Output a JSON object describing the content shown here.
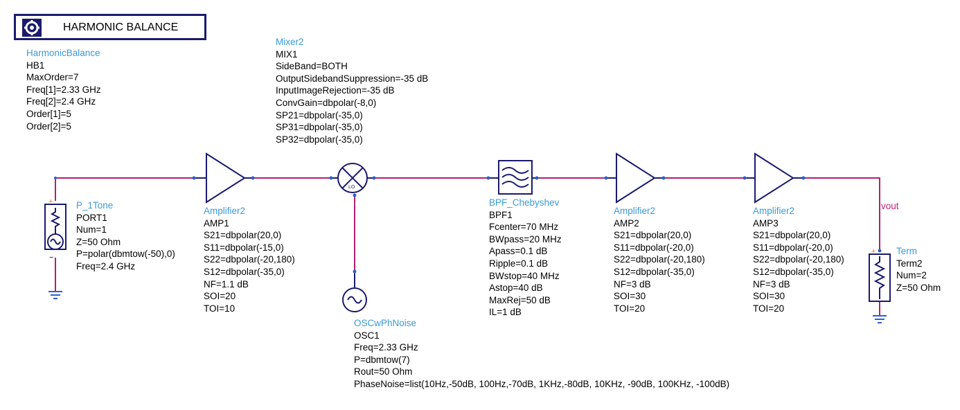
{
  "controller": {
    "title": "HARMONIC BALANCE",
    "lines": [
      "HarmonicBalance",
      "HB1",
      "MaxOrder=7",
      "Freq[1]=2.33 GHz",
      "Freq[2]=2.4 GHz",
      "Order[1]=5",
      "Order[2]=5"
    ]
  },
  "mixer": {
    "lines": [
      "Mixer2",
      "MIX1",
      "SideBand=BOTH",
      "OutputSidebandSuppression=-35 dB",
      "InputImageRejection=-35 dB",
      "ConvGain=dbpolar(-8,0)",
      "SP21=dbpolar(-35,0)",
      "SP31=dbpolar(-35,0)",
      "SP32=dbpolar(-35,0)"
    ],
    "lo_label": "LO"
  },
  "port": {
    "lines": [
      "P_1Tone",
      "PORT1",
      "Num=1",
      "Z=50 Ohm",
      "P=polar(dbmtow(-50),0)",
      "Freq=2.4 GHz"
    ]
  },
  "amp1": {
    "lines": [
      "Amplifier2",
      "AMP1",
      "S21=dbpolar(20,0)",
      "S11=dbpolar(-15,0)",
      "S22=dbpolar(-20,180)",
      "S12=dbpolar(-35,0)",
      "NF=1.1 dB",
      "SOI=20",
      "TOI=10"
    ]
  },
  "filter": {
    "lines": [
      "BPF_Chebyshev",
      "BPF1",
      "Fcenter=70 MHz",
      "BWpass=20 MHz",
      "Apass=0.1 dB",
      "Ripple=0.1 dB",
      "BWstop=40 MHz",
      "Astop=40 dB",
      "MaxRej=50 dB",
      "IL=1 dB"
    ]
  },
  "amp2": {
    "lines": [
      "Amplifier2",
      "AMP2",
      "S21=dbpolar(20,0)",
      "S11=dbpolar(-20,0)",
      "S22=dbpolar(-20,180)",
      "S12=dbpolar(-35,0)",
      "NF=3 dB",
      "SOI=30",
      "TOI=20"
    ]
  },
  "amp3": {
    "lines": [
      "Amplifier2",
      "AMP3",
      "S21=dbpolar(20,0)",
      "S11=dbpolar(-20,0)",
      "S22=dbpolar(-20,180)",
      "S12=dbpolar(-35,0)",
      "NF=3 dB",
      "SOI=30",
      "TOI=20"
    ]
  },
  "oscillator": {
    "lines": [
      "OSCwPhNoise",
      "OSC1",
      "Freq=2.33 GHz",
      "P=dbmtow(7)",
      "Rout=50 Ohm",
      "PhaseNoise=list(10Hz,-50dB, 100Hz,-70dB, 1KHz,-80dB, 10KHz, -90dB, 100KHz, -100dB)"
    ]
  },
  "term": {
    "lines": [
      "Term",
      "Term2",
      "Num=2",
      "Z=50 Ohm"
    ]
  },
  "net_label": "vout",
  "colors": {
    "wire": "#b0206e",
    "component": "#1a1a6e",
    "instance_type": "#3b9ad6",
    "pin": "#2a5fd0",
    "port_marker": "#e07a20"
  }
}
